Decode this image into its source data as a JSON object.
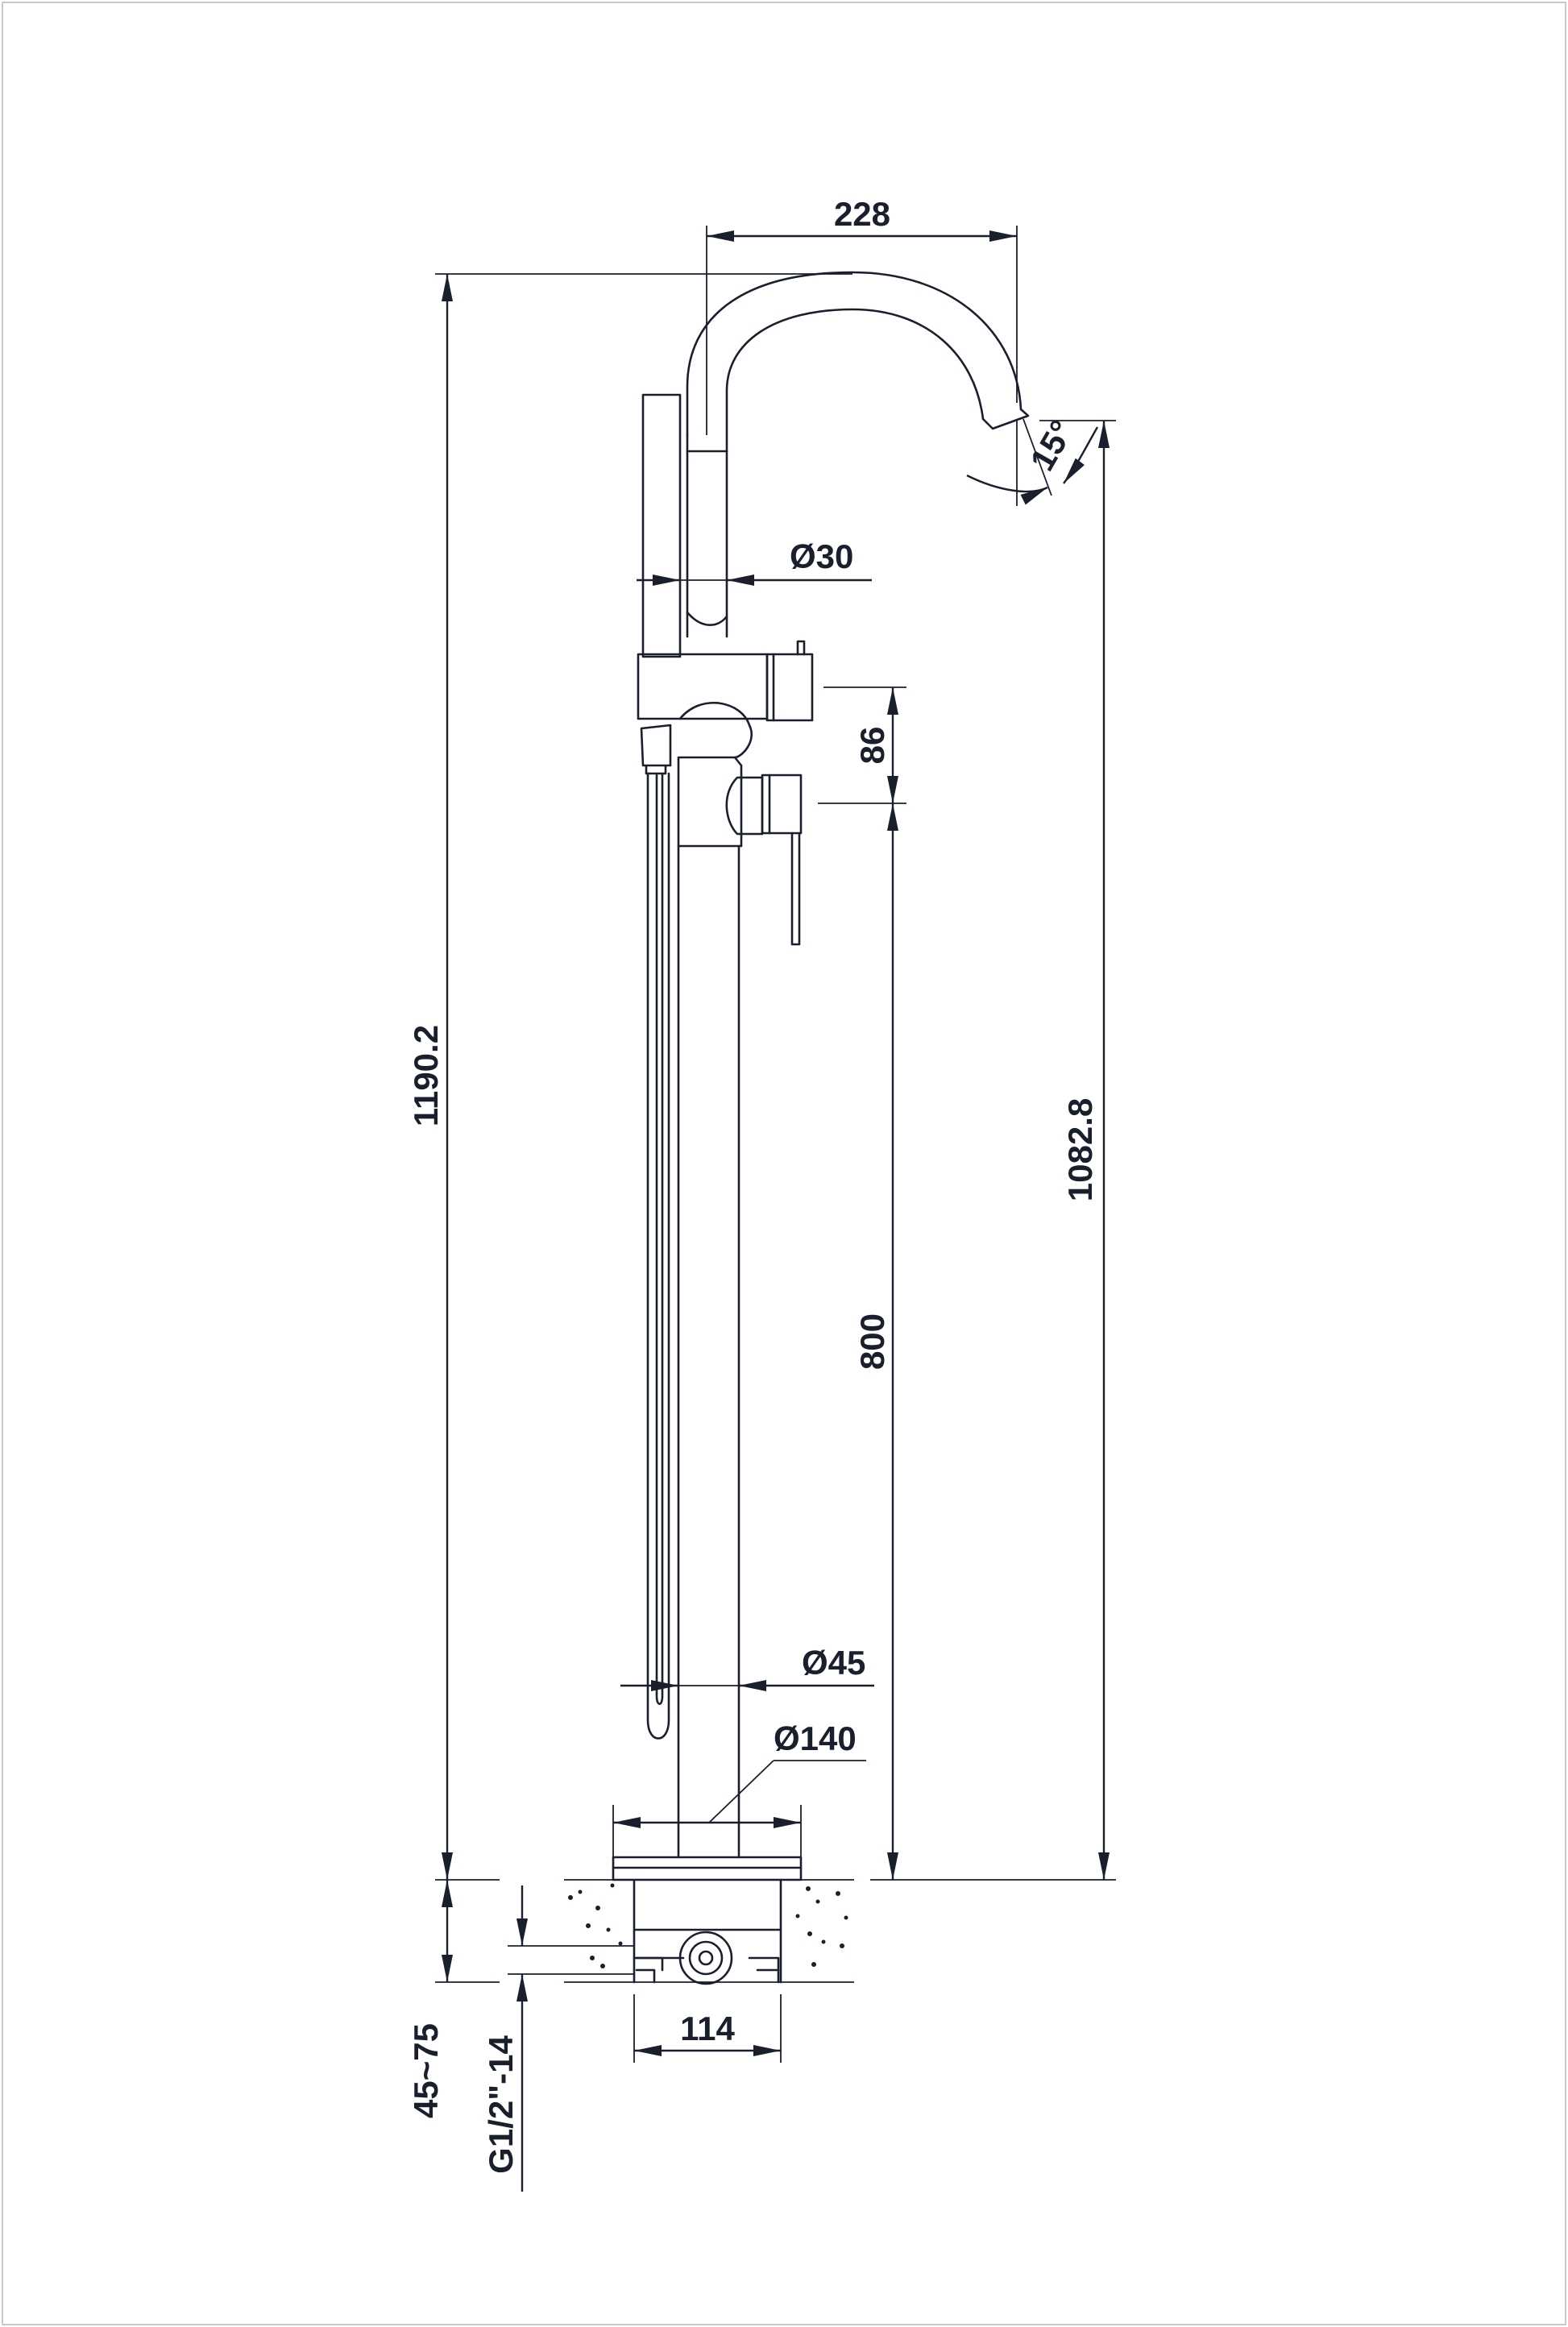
{
  "dimensions": {
    "spout_reach": "228",
    "total_height": "1190.2",
    "spout_outlet_height": "1082.8",
    "spout_angle": "15°",
    "hand_shower_diameter": "Ø30",
    "handle_offset": "86",
    "handle_height": "800",
    "column_diameter": "Ø45",
    "base_diameter": "Ø140",
    "box_width": "114",
    "floor_depth": "45~75",
    "inlet_thread": "G1/2\"-14"
  },
  "colors": {
    "line": "#1a1f2e",
    "background": "#ffffff"
  }
}
